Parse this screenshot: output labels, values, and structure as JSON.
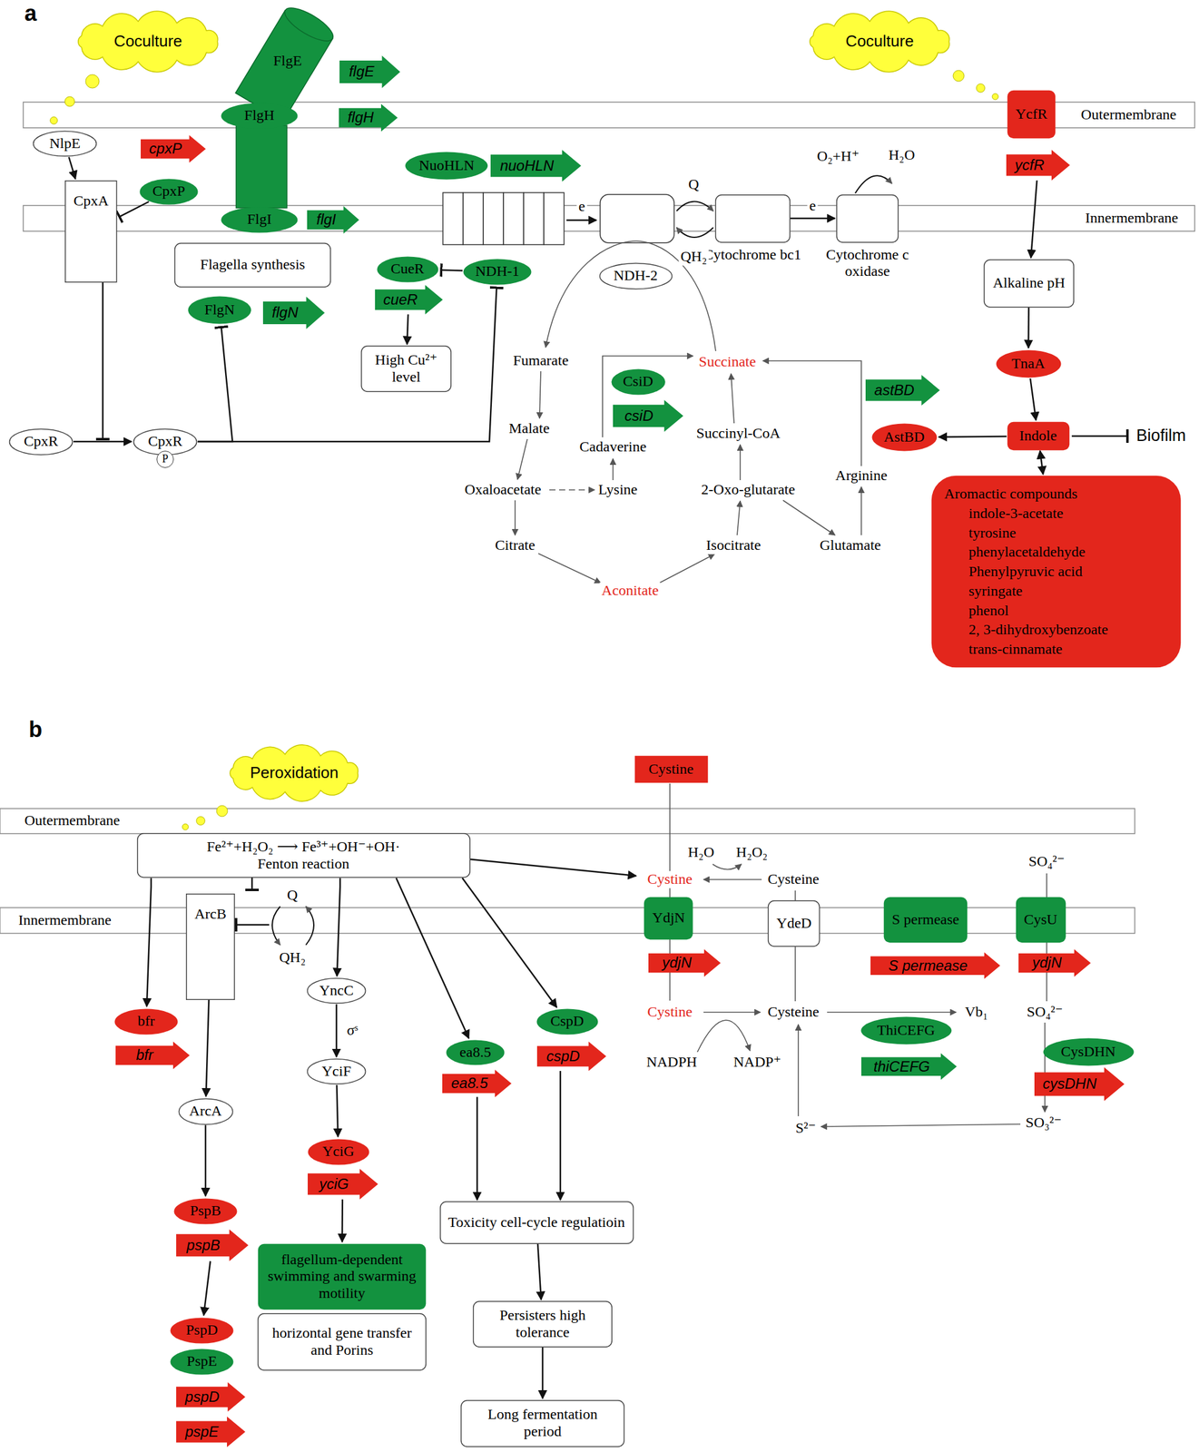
{
  "diagram": {
    "nodes": [
      {
        "text": [
          "Coculture"
        ]
      },
      {
        "text": [
          "Coculture"
        ]
      },
      {
        "text": [
          "NlpE"
        ]
      },
      {
        "text": [
          "cpxP"
        ]
      },
      {
        "text": [
          "CpxA"
        ]
      },
      {
        "text": [
          "CpxP"
        ]
      },
      {
        "text": [
          "FlgE"
        ]
      },
      {
        "text": [
          "flgE"
        ]
      },
      {
        "text": [
          "FlgH"
        ]
      },
      {
        "text": [
          "flgH"
        ]
      },
      {
        "text": [
          "FlgI"
        ]
      },
      {
        "text": [
          "flgI"
        ]
      },
      {
        "text": [
          "Flagella synthesis"
        ]
      },
      {
        "text": [
          "FlgN"
        ]
      },
      {
        "text": [
          "flgN"
        ]
      },
      {
        "text": [
          "NuoHLN"
        ]
      },
      {
        "text": [
          "nuoHLN"
        ]
      },
      {
        "text": [
          "CueR"
        ]
      },
      {
        "text": [
          "NDH-1"
        ]
      },
      {
        "text": [
          "cueR"
        ]
      },
      {
        "text": [
          "High Cu²⁺ level"
        ]
      },
      {
        "text": [
          "NDH-2"
        ]
      },
      {
        "text": [
          "Cytochrome bc1"
        ]
      },
      {
        "text": [
          "Cytochrome c oxidase"
        ]
      },
      {
        "text": [
          "YcfR"
        ]
      },
      {
        "text": [
          "ycfR"
        ]
      },
      {
        "text": [
          "Alkaline pH"
        ]
      },
      {
        "text": [
          "TnaA"
        ]
      },
      {
        "text": [
          "CsiD"
        ]
      },
      {
        "text": [
          "csiD"
        ]
      },
      {
        "text": [
          "astBD"
        ]
      },
      {
        "text": [
          "AstBD"
        ]
      },
      {
        "text": [
          "Indole"
        ]
      },
      {
        "text": [
          "Aromactic compounds",
          "indole-3-acetate",
          "tyrosine",
          "phenylacetaldehyde",
          "Phenylpyruvic acid",
          "syringate",
          "phenol",
          "2, 3-dihydroxybenzoate",
          "trans-cinnamate"
        ]
      },
      {
        "text": [
          "CpxR"
        ]
      },
      {
        "text": [
          "CpxR",
          "P"
        ]
      },
      {
        "text": [
          "Peroxidation"
        ]
      },
      {
        "text": [
          "Fe²⁺+H₂O₂ ⟶ Fe³⁺+OH⁻+OH·",
          "Fenton reaction"
        ]
      },
      {
        "text": [
          "ArcB"
        ]
      },
      {
        "text": [
          "bfr"
        ]
      },
      {
        "text": [
          "bfr"
        ]
      },
      {
        "text": [
          "ArcA"
        ]
      },
      {
        "text": [
          "PspB"
        ]
      },
      {
        "text": [
          "pspB"
        ]
      },
      {
        "text": [
          "PspD"
        ]
      },
      {
        "text": [
          "PspE"
        ]
      },
      {
        "text": [
          "pspD"
        ]
      },
      {
        "text": [
          "pspE"
        ]
      },
      {
        "text": [
          "YncC"
        ]
      },
      {
        "text": [
          "YciF"
        ]
      },
      {
        "text": [
          "YciG"
        ]
      },
      {
        "text": [
          "yciG"
        ]
      },
      {
        "text": [
          "flagellum-dependent swimming and swarming motility"
        ]
      },
      {
        "text": [
          "horizontal gene transfer and Porins"
        ]
      },
      {
        "text": [
          "ea8.5"
        ]
      },
      {
        "text": [
          "ea8.5"
        ]
      },
      {
        "text": [
          "CspD"
        ]
      },
      {
        "text": [
          "cspD"
        ]
      },
      {
        "text": [
          "Toxicity cell-cycle regulatioin"
        ]
      },
      {
        "text": [
          "Persisters high tolerance"
        ]
      },
      {
        "text": [
          "Long fermentation period"
        ]
      },
      {
        "text": [
          "Cystine"
        ]
      },
      {
        "text": [
          "YdjN"
        ]
      },
      {
        "text": [
          "ydjN"
        ]
      },
      {
        "text": [
          "YdeD"
        ]
      },
      {
        "text": [
          "S permease"
        ]
      },
      {
        "text": [
          "S permease"
        ]
      },
      {
        "text": [
          "CysU"
        ]
      },
      {
        "text": [
          "ydjN"
        ]
      },
      {
        "text": [
          "ThiCEFG"
        ]
      },
      {
        "text": [
          "thiCEFG"
        ]
      },
      {
        "text": [
          "CysDHN"
        ]
      },
      {
        "text": [
          "cysDHN"
        ]
      }
    ],
    "edges": [
      {
        "from": 2,
        "to": 4,
        "arrow": "to"
      },
      {
        "from": 5,
        "to": 4,
        "arrow": "to"
      },
      {
        "from": 34,
        "to": 35,
        "arrow": "to"
      },
      {
        "from": 35,
        "to": 13,
        "arrow": "to"
      },
      {
        "from": 35,
        "to": 18,
        "arrow": "to"
      },
      {
        "from": 18,
        "to": 17,
        "arrow": "to"
      },
      {
        "from": 19,
        "to": 20,
        "arrow": "to"
      },
      {
        "from": 22,
        "to": 23,
        "label": "e",
        "arrow": "to"
      },
      {
        "from": 25,
        "to": 26,
        "arrow": "to"
      },
      {
        "from": 26,
        "to": 27,
        "arrow": "to"
      },
      {
        "from": 27,
        "to": 32,
        "arrow": "to"
      },
      {
        "from": 32,
        "to": 31,
        "arrow": "to"
      },
      {
        "from": 32,
        "to": 33,
        "arrow": "both"
      },
      {
        "from": 37,
        "to": 39,
        "arrow": "to"
      },
      {
        "from": 38,
        "to": 41,
        "arrow": "to"
      },
      {
        "from": 41,
        "to": 42,
        "arrow": "to"
      },
      {
        "from": 43,
        "to": 44,
        "arrow": "to"
      },
      {
        "from": 37,
        "to": 48,
        "arrow": "to"
      },
      {
        "from": 48,
        "to": 49,
        "label": "σˢ",
        "arrow": "to"
      },
      {
        "from": 49,
        "to": 50,
        "arrow": "to"
      },
      {
        "from": 51,
        "to": 52,
        "arrow": "to"
      },
      {
        "from": 37,
        "to": 54,
        "arrow": "to"
      },
      {
        "from": 37,
        "to": 56,
        "arrow": "to"
      },
      {
        "from": 55,
        "to": 58,
        "arrow": "to"
      },
      {
        "from": 57,
        "to": 58,
        "arrow": "to"
      },
      {
        "from": 58,
        "to": 59,
        "arrow": "to"
      },
      {
        "from": 59,
        "to": 60,
        "arrow": "to"
      }
    ],
    "labels": [
      "a",
      "Outermembrane",
      "Innermembrane",
      "e",
      "Q",
      "QH₂",
      "O₂+H⁺",
      "H₂O",
      "Fumarate",
      "Malate",
      "Oxaloacetate",
      "Lysine",
      "Cadaverine",
      "Citrate",
      "Aconitate",
      "Isocitrate",
      "2-Oxo-glutarate",
      "Succinyl-CoA",
      "Succinate",
      "Glutamate",
      "Arginine",
      "Biofilm",
      "b",
      "Outermembrane",
      "Innermembrane",
      "Q",
      "QH₂",
      "Cystine",
      "H₂O",
      "H₂O₂",
      "Cysteine",
      "Cystine",
      "NADPH",
      "NADP⁺",
      "Cysteine",
      "Vb₁",
      "SO₄²⁻",
      "SO₄²⁻",
      "SO₃²⁻",
      "S²⁻"
    ]
  }
}
